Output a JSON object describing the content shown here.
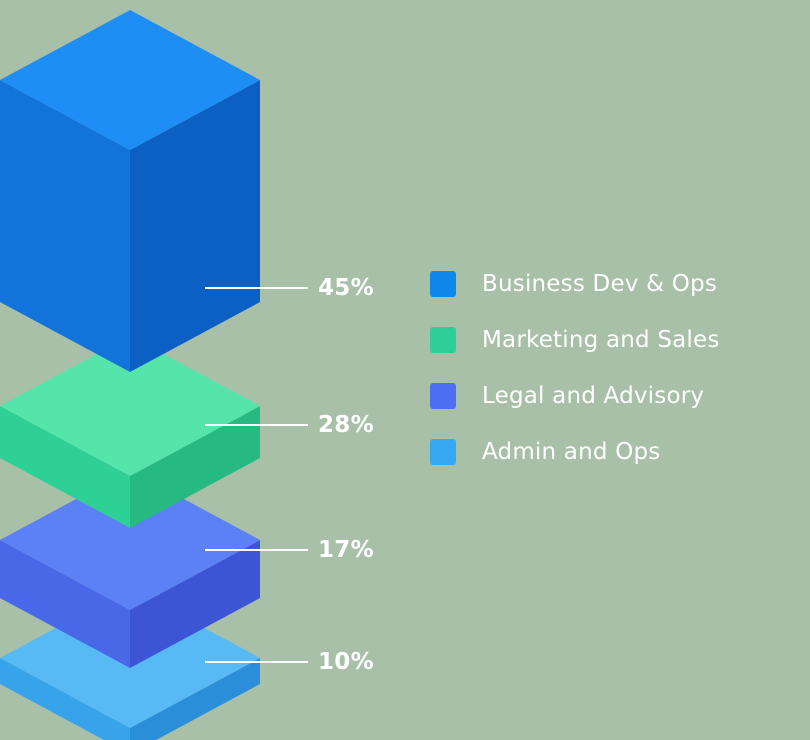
{
  "chart_data": {
    "type": "bar",
    "variant": "isometric-exploded-stack",
    "title": "",
    "orientation": "vertical",
    "legend_position": "right",
    "categories": [
      "Business Dev & Ops",
      "Marketing and Sales",
      "Legal and Advisory",
      "Admin and Ops"
    ],
    "values": [
      45,
      28,
      17,
      10
    ],
    "value_labels": [
      "45%",
      "28%",
      "17%",
      "10%"
    ],
    "colors": {
      "background": "#a8bfa8",
      "text": "#ffffff",
      "leader_line": "#ffffff",
      "segments": [
        {
          "top": "#1e8ef5",
          "left": "#1273da",
          "right": "#0d60c3",
          "legend": "#0d87ea"
        },
        {
          "top": "#55e5ab",
          "left": "#2fd096",
          "right": "#26ba81",
          "legend": "#2ecf98"
        },
        {
          "top": "#5c80f5",
          "left": "#4968e8",
          "right": "#3d55d4",
          "legend": "#4c6ef2"
        },
        {
          "top": "#57baf5",
          "left": "#37a3ea",
          "right": "#2b8ed9",
          "legend": "#36a8f2"
        }
      ]
    }
  }
}
